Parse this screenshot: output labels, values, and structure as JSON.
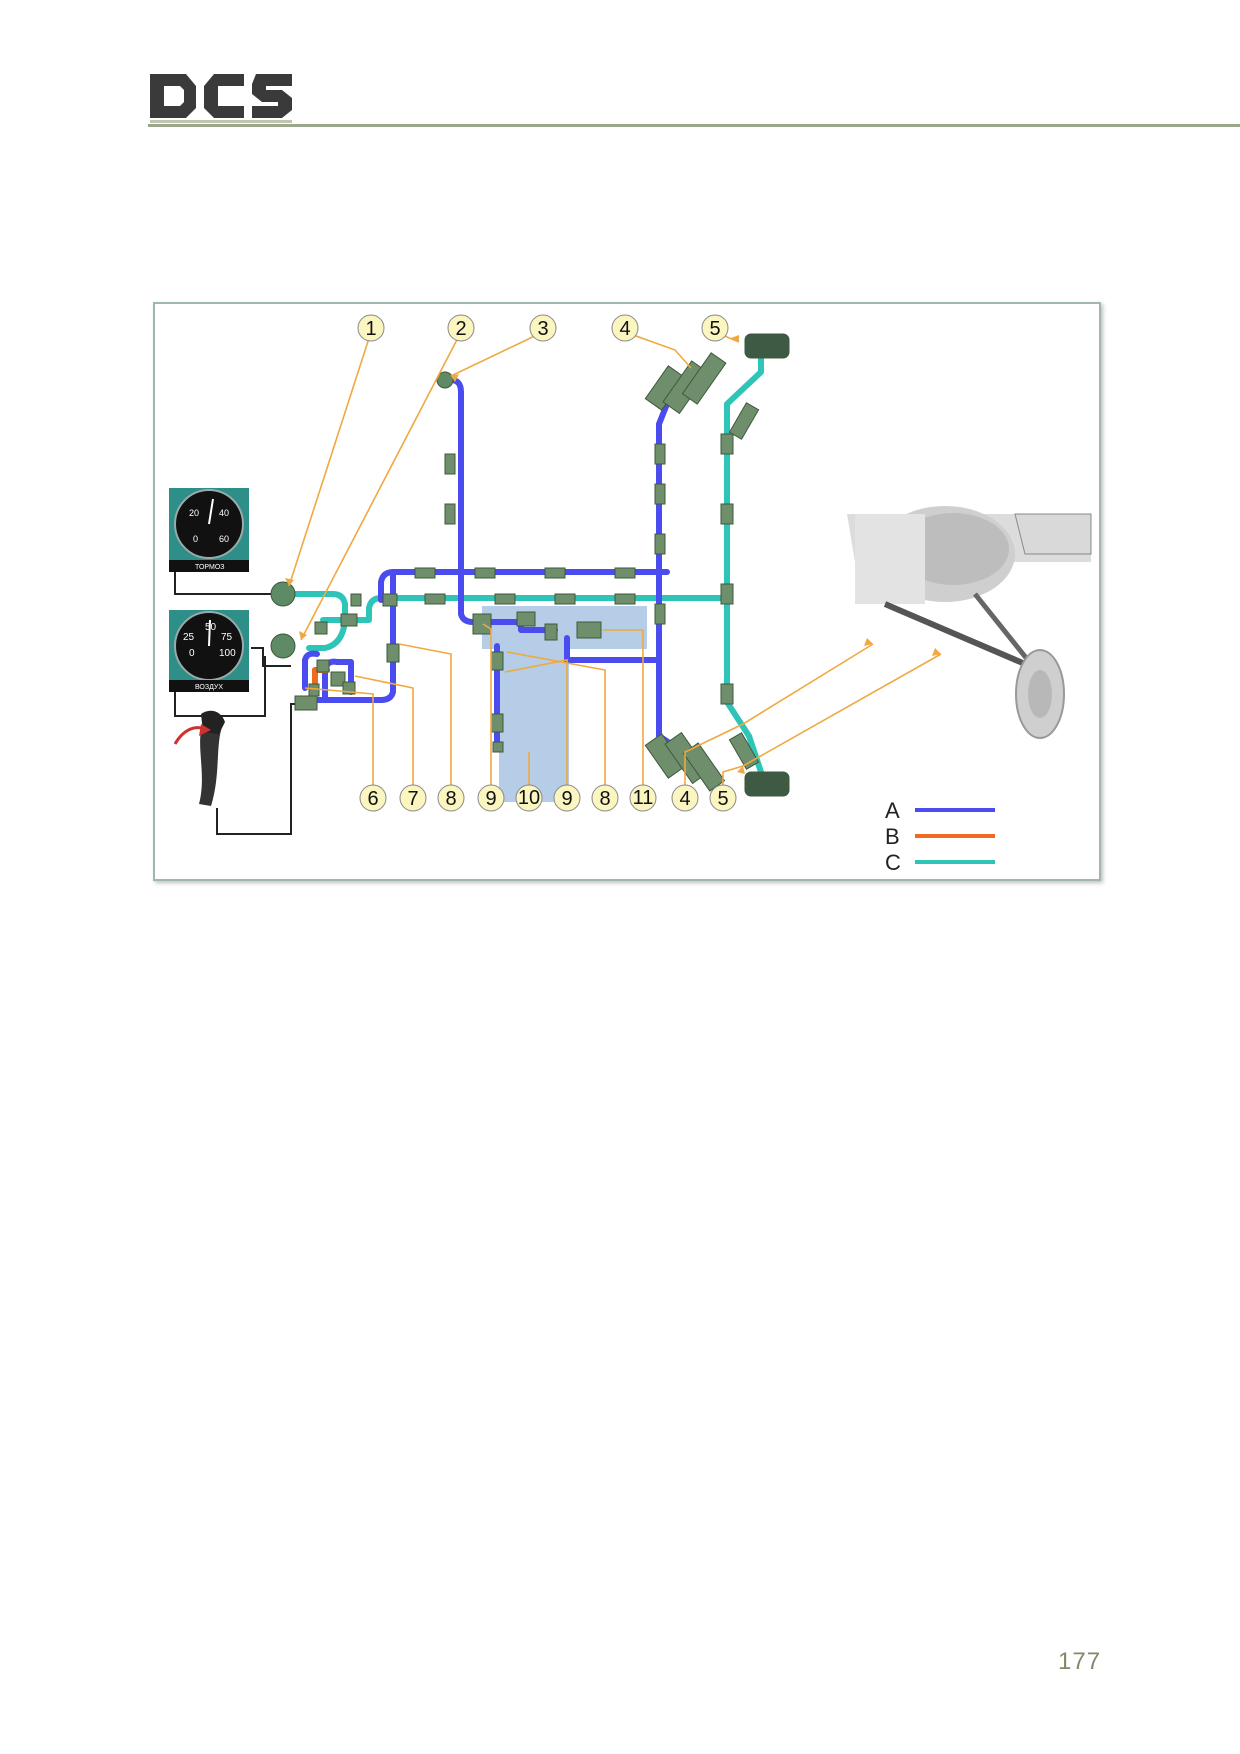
{
  "header": {
    "logo_text": "DCS"
  },
  "figure": {
    "callouts_top": [
      "1",
      "2",
      "3",
      "4",
      "5"
    ],
    "callouts_bottom": [
      "6",
      "7",
      "8",
      "9",
      "10",
      "9",
      "8",
      "11",
      "4",
      "5"
    ],
    "legend": [
      {
        "label": "A",
        "color": "#4b4cf0"
      },
      {
        "label": "B",
        "color": "#f06a20"
      },
      {
        "label": "C",
        "color": "#2fc4b8"
      }
    ],
    "gauge_top": {
      "scale": [
        "20",
        "40",
        "0",
        "60"
      ],
      "placard": "ТОРМОЗ"
    },
    "gauge_bottom": {
      "scale": [
        "50",
        "25",
        "75",
        "0",
        "100"
      ],
      "placard": "ВОЗДУХ"
    }
  },
  "page": {
    "number": "177"
  }
}
